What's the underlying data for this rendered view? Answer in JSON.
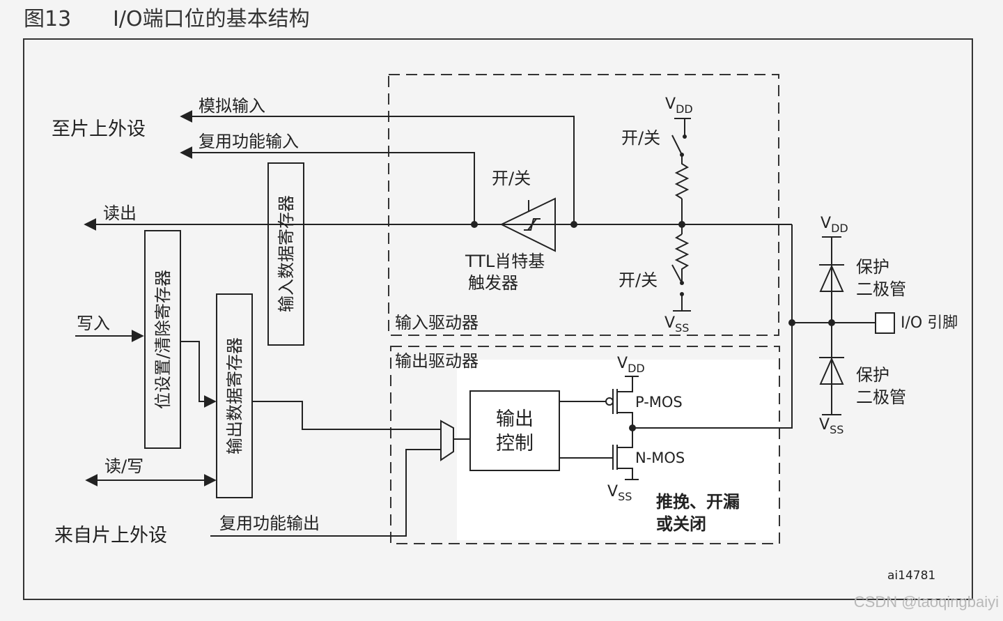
{
  "header": {
    "figure_number": "图13",
    "title": "I/O端口位的基本结构"
  },
  "labels": {
    "to_peripheral": "至片上外设",
    "analog_input": "模拟输入",
    "alt_func_input": "复用功能输入",
    "read": "读出",
    "input_data_register": "输入数据寄存器",
    "write": "写入",
    "bit_set_reset_register": "位设置/清除寄存器",
    "output_data_register": "输出数据寄存器",
    "read_write": "读/写",
    "from_peripheral": "来自片上外设",
    "alt_func_output": "复用功能输出",
    "on_off_top": "开/关",
    "on_off_schmitt": "开/关",
    "on_off_bottom": "开/关",
    "vdd": "V",
    "vdd_sub": "DD",
    "vss": "V",
    "vss_sub": "SS",
    "schmitt_line1": "TTL肖特基",
    "schmitt_line2": "触发器",
    "input_driver": "输入驱动器",
    "output_driver": "输出驱动器",
    "output_control_line1": "输出",
    "output_control_line2": "控制",
    "pmos": "P-MOS",
    "nmos": "N-MOS",
    "push_pull_line1": "推挽、开漏",
    "push_pull_line2": "或关闭",
    "protect_line1": "保护",
    "protect_line2": "二极管",
    "io_pin": "I/O 引脚",
    "figure_id": "ai14781"
  },
  "watermark": "CSDN @taoqingbaiyi"
}
